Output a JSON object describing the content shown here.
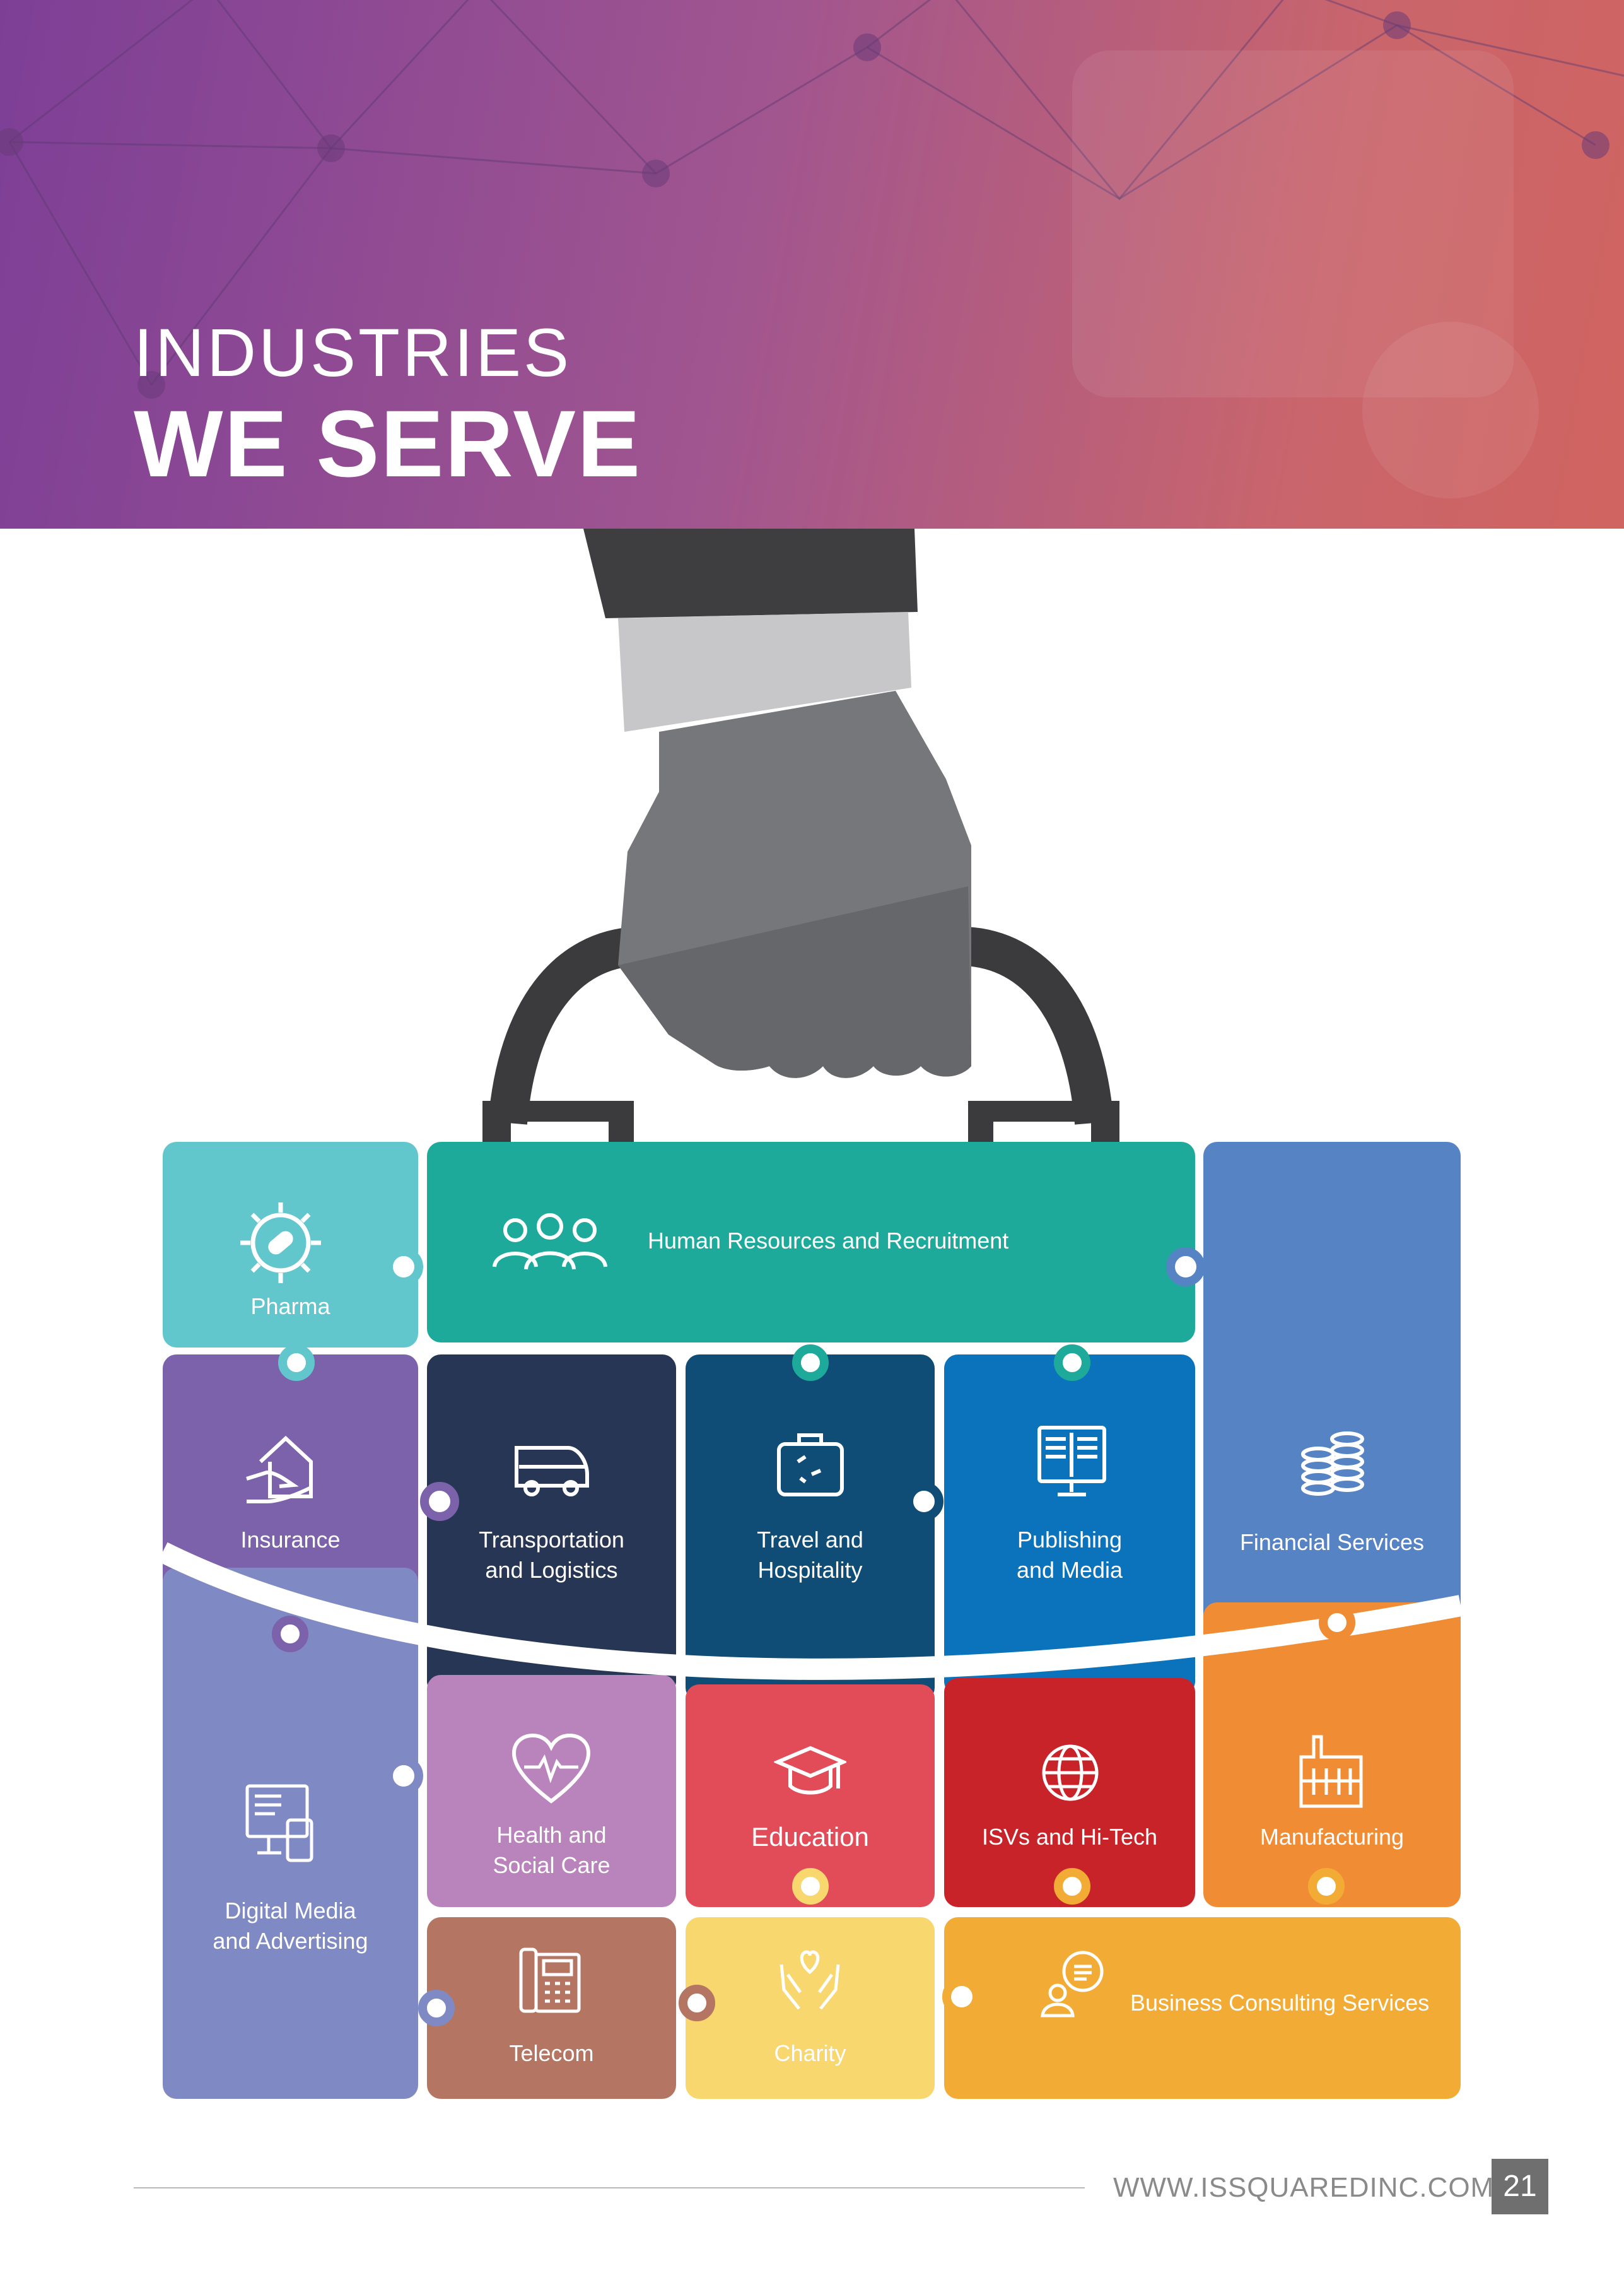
{
  "header": {
    "title_light": "INDUSTRIES",
    "title_bold": "WE SERVE"
  },
  "colors": {
    "pharma": "#62c6cd",
    "human_resources": "#1eaa9b",
    "financial": "#5683c3",
    "insurance": "#7b62ab",
    "transportation": "#283656",
    "travel": "#0f4c76",
    "publishing": "#0b73bb",
    "digital_media": "#7f8ac4",
    "health": "#b983bb",
    "education": "#e14c58",
    "isvs": "#c82329",
    "manufacturing": "#f08c33",
    "telecom": "#b47663",
    "charity": "#f9d76f",
    "business_consulting": "#f2ac35"
  },
  "industries": {
    "pharma": {
      "label": "Pharma",
      "icon": "pharma-gear-icon"
    },
    "human_resources": {
      "label": "Human Resources and Recruitment",
      "icon": "people-icon"
    },
    "financial": {
      "label": "Financial Services",
      "icon": "coins-icon"
    },
    "insurance": {
      "label": "Insurance",
      "icon": "house-hand-icon"
    },
    "transportation": {
      "label": "Transportation\nand Logistics",
      "icon": "van-icon"
    },
    "travel": {
      "label": "Travel and\nHospitality",
      "icon": "suitcase-icon"
    },
    "publishing": {
      "label": "Publishing\nand Media",
      "icon": "monitor-book-icon"
    },
    "digital_media": {
      "label": "Digital Media\nand Advertising",
      "icon": "devices-icon"
    },
    "health": {
      "label": "Health and\nSocial Care",
      "icon": "heart-pulse-icon"
    },
    "education": {
      "label": "Education",
      "icon": "graduation-cap-icon"
    },
    "isvs": {
      "label": "ISVs and Hi-Tech",
      "icon": "globe-icon"
    },
    "manufacturing": {
      "label": "Manufacturing",
      "icon": "factory-icon"
    },
    "telecom": {
      "label": "Telecom",
      "icon": "telephone-icon"
    },
    "charity": {
      "label": "Charity",
      "icon": "hands-heart-icon"
    },
    "business_consulting": {
      "label": "Business Consulting Services",
      "icon": "consultant-icon"
    }
  },
  "footer": {
    "url": "WWW.ISSQUAREDINC.COM",
    "page": "21"
  }
}
